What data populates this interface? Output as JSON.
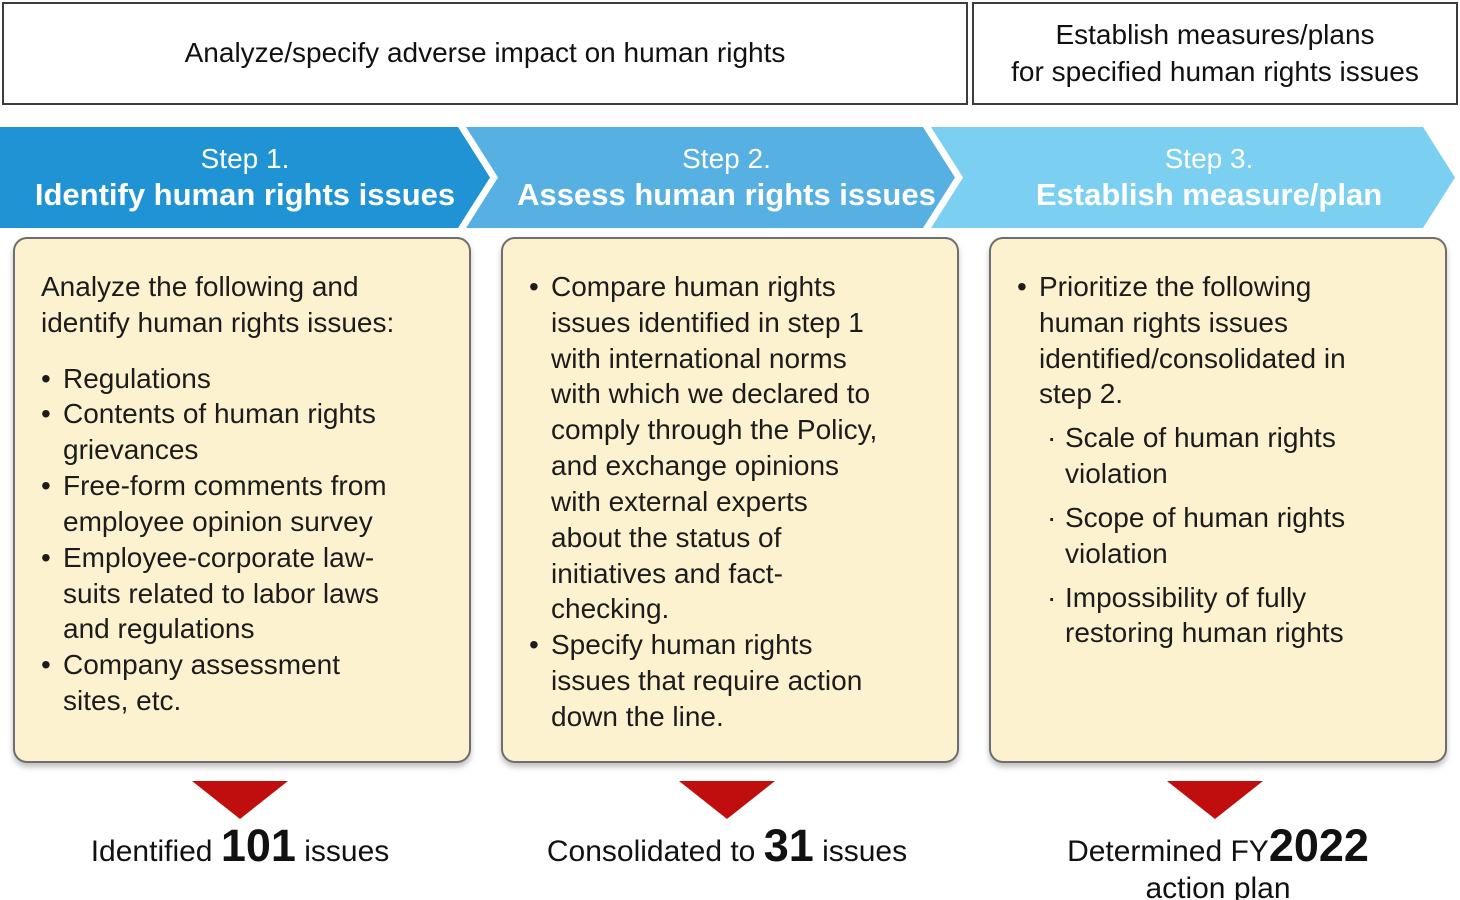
{
  "banners": {
    "left": "Analyze/specify adverse impact on human rights",
    "right_line1": "Establish measures/plans",
    "right_line2": "for specified human rights issues"
  },
  "markers": {
    "bullet": "•",
    "sub_bullet": "·"
  },
  "colors": {
    "step1_blue": "#1f93d4",
    "step2_blue": "#56b0e2",
    "step3_blue": "#7bd0f1",
    "card_bg": "#fdf2cf",
    "card_border": "#6e6e6e",
    "banner_border": "#3c3c3c",
    "arrow_red": "#c00d0d",
    "step_text": "#ffffff",
    "body_text": "#1c1c1c"
  },
  "steps": [
    {
      "step_label": "Step 1.",
      "title": "Identify human rights issues",
      "color": "#1f93d4",
      "card": {
        "intro": "Analyze the following and identify human rights issues:",
        "bullets": [
          "Regulations",
          "Contents of human rights grievances",
          "Free-form comments from employee opinion survey",
          "Employee-corporate law-suits related to labor laws and regulations",
          "Company assessment sites, etc."
        ]
      },
      "result": {
        "prefix": "Identified ",
        "number": "101",
        "suffix": " issues"
      }
    },
    {
      "step_label": "Step 2.",
      "title": "Assess human rights issues",
      "color": "#56b0e2",
      "card": {
        "bullets": [
          "Compare human rights issues identified in step 1 with international norms with which we declared to comply through the Policy, and exchange opinions with external experts about the status of initiatives and fact-checking.",
          "Specify human rights issues that require action down the line."
        ]
      },
      "result": {
        "prefix": "Consolidated to ",
        "number": "31",
        "suffix": " issues"
      }
    },
    {
      "step_label": "Step 3.",
      "title": "Establish measure/plan",
      "color": "#7bd0f1",
      "card": {
        "bullets": [
          "Prioritize the following human rights issues identified/consolidated in step 2."
        ],
        "sub_bullets": [
          "Scale of human rights violation",
          "Scope of human rights violation",
          "Impossibility of fully restoring human rights"
        ]
      },
      "result": {
        "prefix": "Determined FY",
        "number": "2022",
        "suffix": "",
        "line2": "action plan"
      }
    }
  ]
}
